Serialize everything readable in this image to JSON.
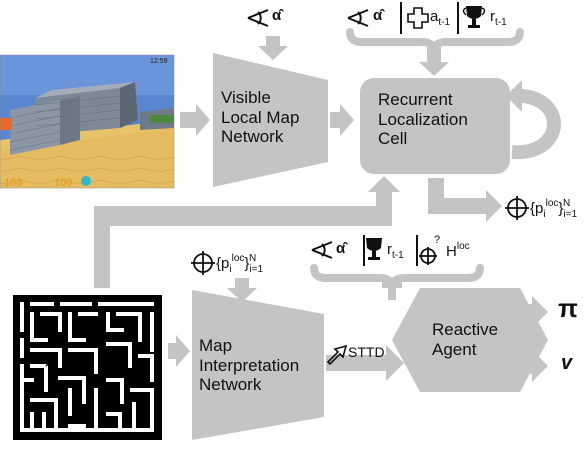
{
  "blocks": {
    "visible_local_map": [
      "Visible",
      "Local Map",
      "Network"
    ],
    "recurrent_localization": [
      "Recurrent",
      "Localization",
      "Cell"
    ],
    "map_interpretation": [
      "Map",
      "Interpretation",
      "Network"
    ],
    "reactive_agent": [
      "Reactive",
      "Agent"
    ]
  },
  "labels": {
    "alpha_hat": "α̂",
    "a_prev": "a",
    "r_prev": "r",
    "t_minus_1": "t-1",
    "p_loc": "{p",
    "p_loc_sup": "loc",
    "p_loc_close": "}",
    "p_idx_lower": "i=1",
    "p_idx_upper": "N",
    "p_sub_i": "i",
    "h_loc": "H",
    "h_loc_sup": "loc",
    "question": "?",
    "sttd": "STTD",
    "pi": "π",
    "v": "v"
  },
  "game_view": {
    "hud_counter": "12:59",
    "health": "100",
    "armor": "100"
  },
  "colors": {
    "gray_block": "#c4c4c4",
    "sky": "#5a86d0",
    "floor": "#e8c36a",
    "wall": "#7f8a98"
  }
}
